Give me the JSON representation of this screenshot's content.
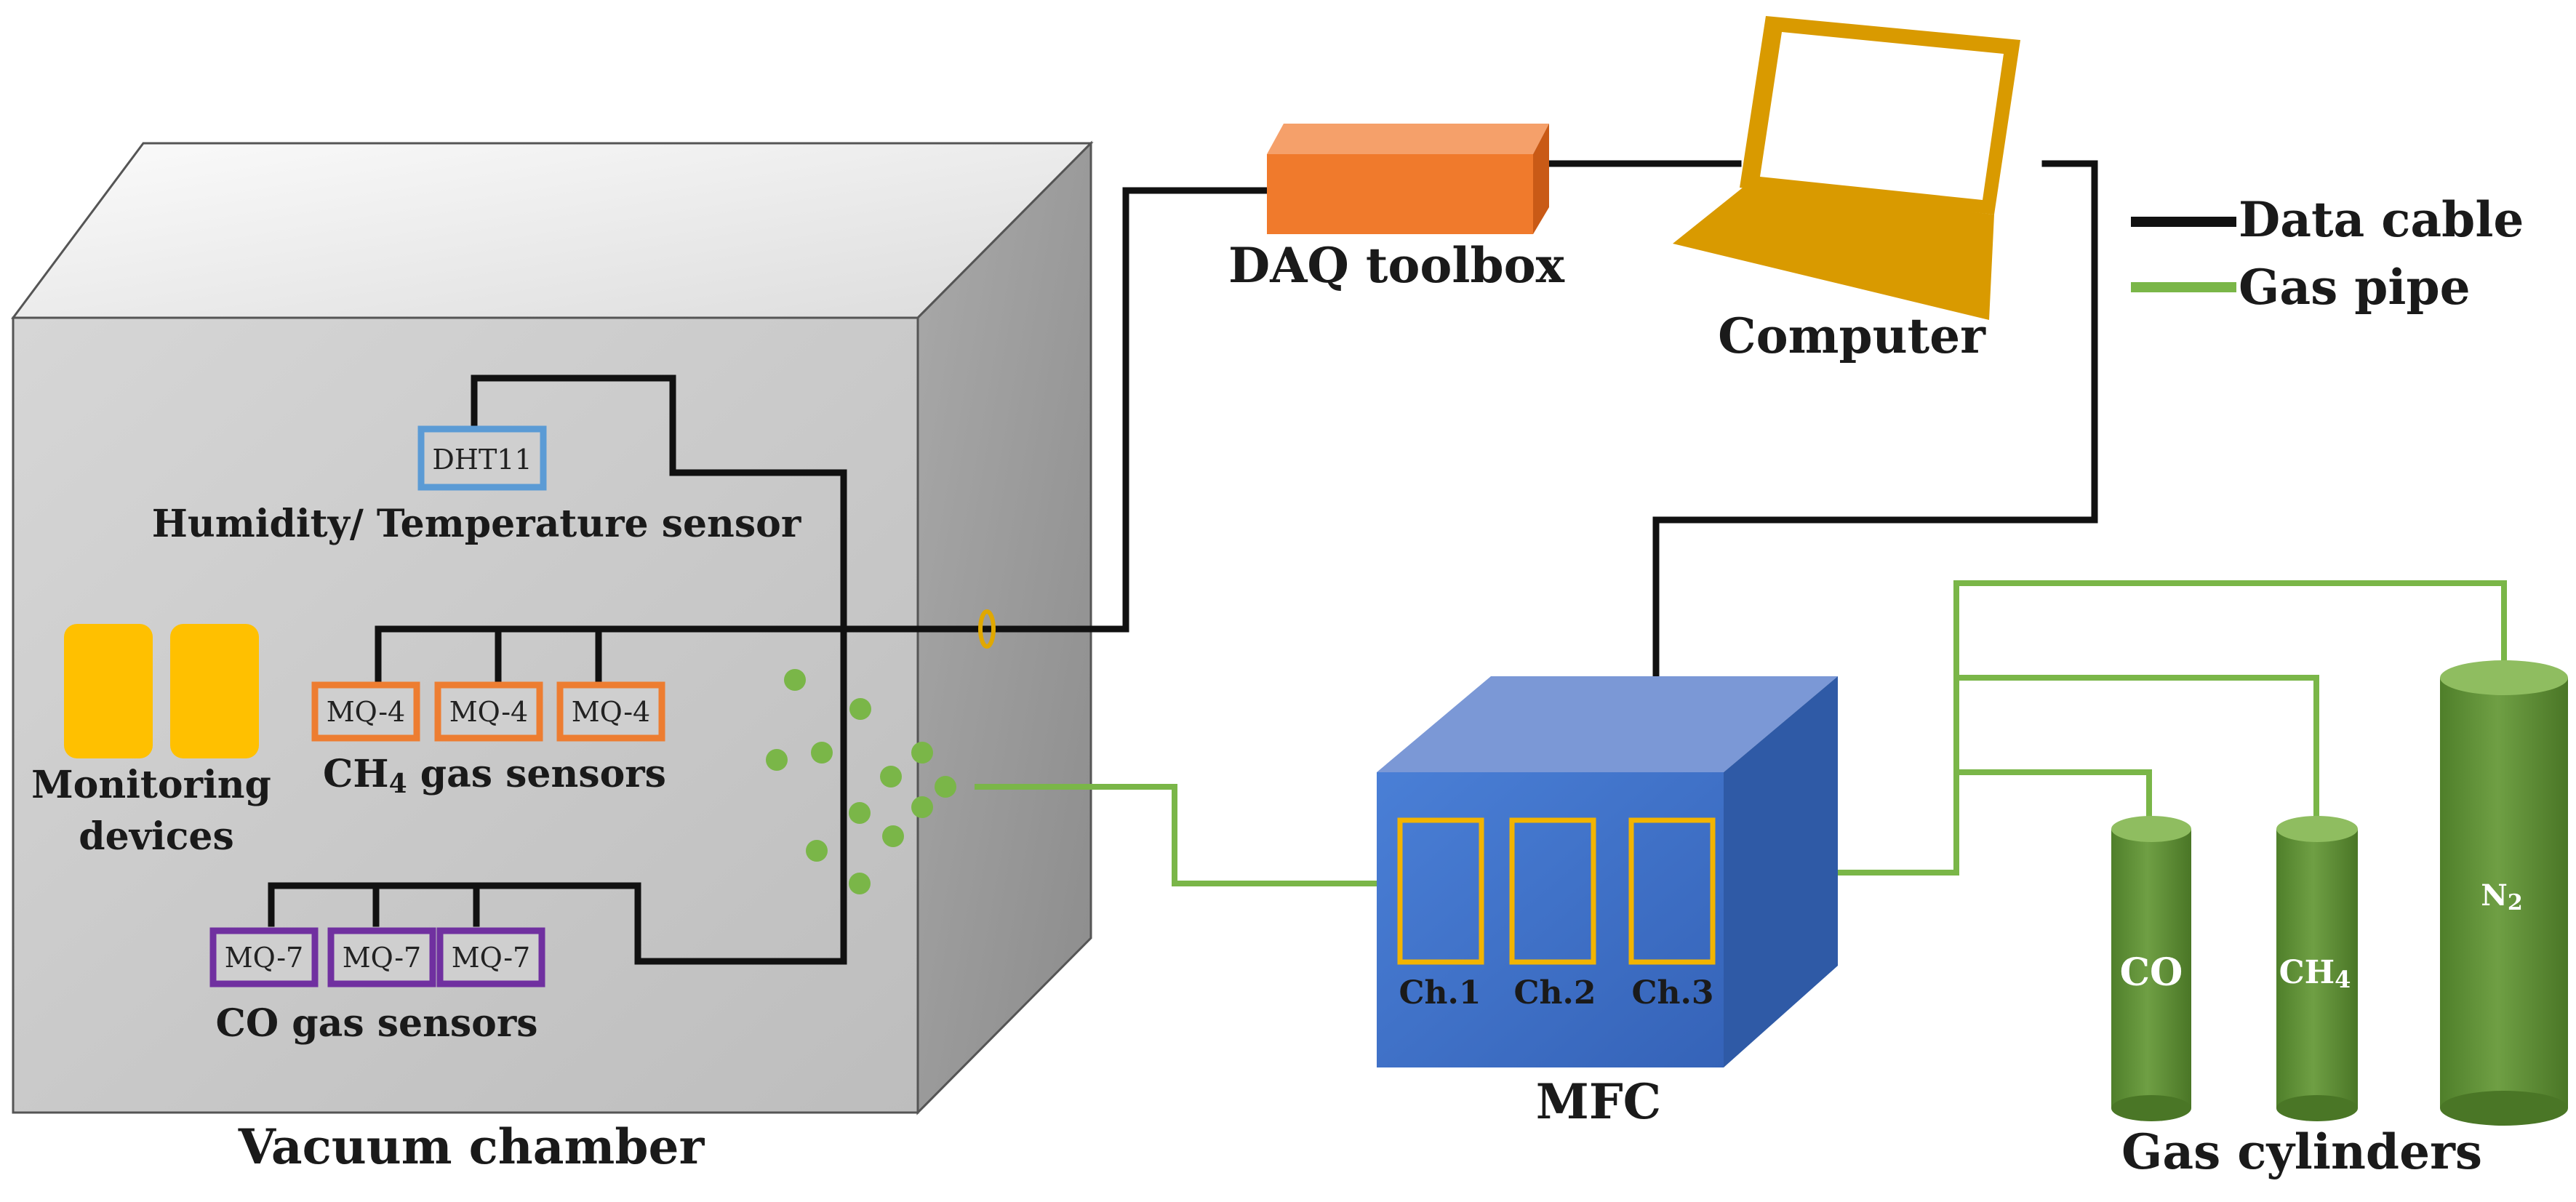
{
  "labels": {
    "vacuum_chamber": "Vacuum chamber",
    "dht11": "DHT11",
    "humidity_temperature": "Humidity/  Temperature sensor",
    "monitoring_line1": "Monitoring",
    "monitoring_line2": "devices",
    "mq4": "MQ-4",
    "ch4_sensors_prefix": "CH",
    "ch4_sensors_sub": "4",
    "ch4_sensors_suffix": " gas sensors",
    "mq7": "MQ-7",
    "co_sensors": "CO gas sensors",
    "daq_toolbox": "DAQ toolbox",
    "computer": "Computer",
    "mfc": "MFC",
    "ch1": "Ch.1",
    "ch2": "Ch.2",
    "ch3": "Ch.3",
    "gas_cylinders": "Gas cylinders",
    "cyl_co": "CO",
    "cyl_ch4_main": "CH",
    "cyl_ch4_sub": "4",
    "cyl_n2_main": "N",
    "cyl_n2_sub": "2"
  },
  "legend": {
    "data_cable": "Data cable",
    "gas_pipe": "Gas pipe"
  },
  "colors": {
    "data_cable": "#111111",
    "gas_pipe": "#7ab648",
    "daq": "#f07a2c",
    "computer": "#d99a00",
    "mfc": "#3f6fc9",
    "channel_outline": "#f2b400",
    "cylinder": "#6a9b3e",
    "dht11_border": "#5b9bd5",
    "mq4_border": "#ed7d31",
    "mq7_border": "#7030a0",
    "monitoring": "#ffc000"
  }
}
